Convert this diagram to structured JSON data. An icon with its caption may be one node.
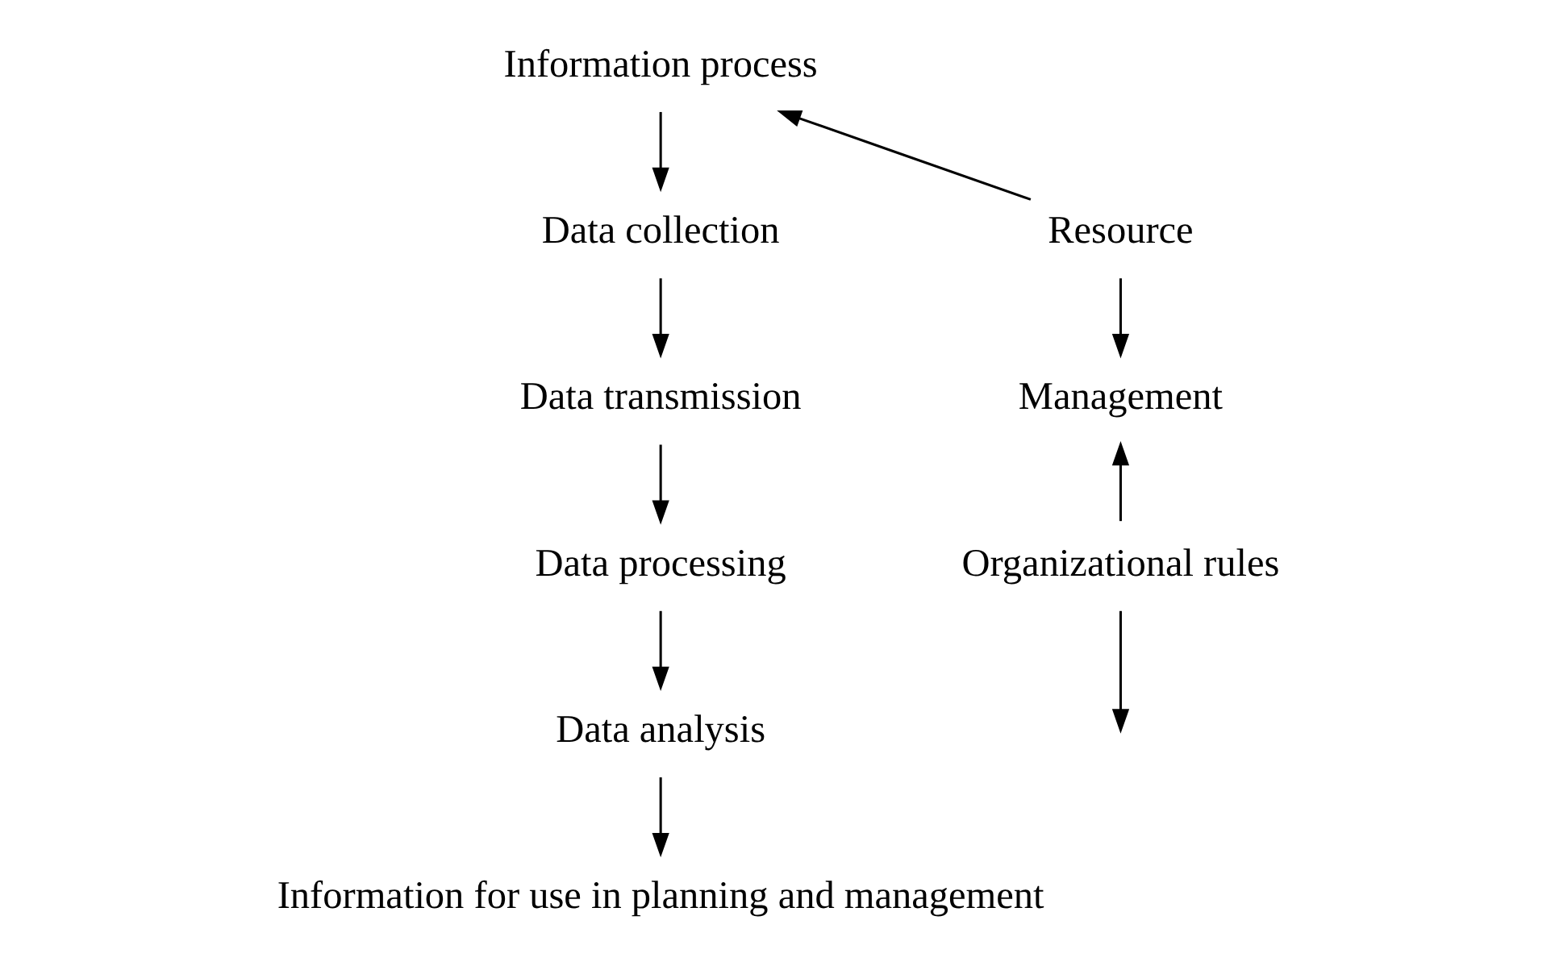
{
  "diagram": {
    "nodes": [
      {
        "text": [
          "Information process"
        ]
      },
      {
        "text": [
          "Data collection"
        ]
      },
      {
        "text": [
          "Data transmission"
        ]
      },
      {
        "text": [
          "Data processing"
        ]
      },
      {
        "text": [
          "Data analysis"
        ]
      },
      {
        "text": [
          "Information for use in planning and management"
        ]
      },
      {
        "text": [
          "Resource"
        ]
      },
      {
        "text": [
          "Management"
        ]
      },
      {
        "text": [
          "Organizational rules"
        ]
      }
    ],
    "edges": [
      {
        "from": 0,
        "to": 1,
        "arrow": "to"
      },
      {
        "from": 1,
        "to": 2,
        "arrow": "to"
      },
      {
        "from": 2,
        "to": 3,
        "arrow": "to"
      },
      {
        "from": 3,
        "to": 4,
        "arrow": "to"
      },
      {
        "from": 4,
        "to": 5,
        "arrow": "to"
      },
      {
        "from": 6,
        "to": 0,
        "arrow": "to"
      },
      {
        "from": 6,
        "to": 7,
        "arrow": "to"
      },
      {
        "from": 8,
        "to": 7,
        "arrow": "to"
      },
      {
        "from": 8,
        "to": null,
        "arrow": "to"
      }
    ]
  }
}
